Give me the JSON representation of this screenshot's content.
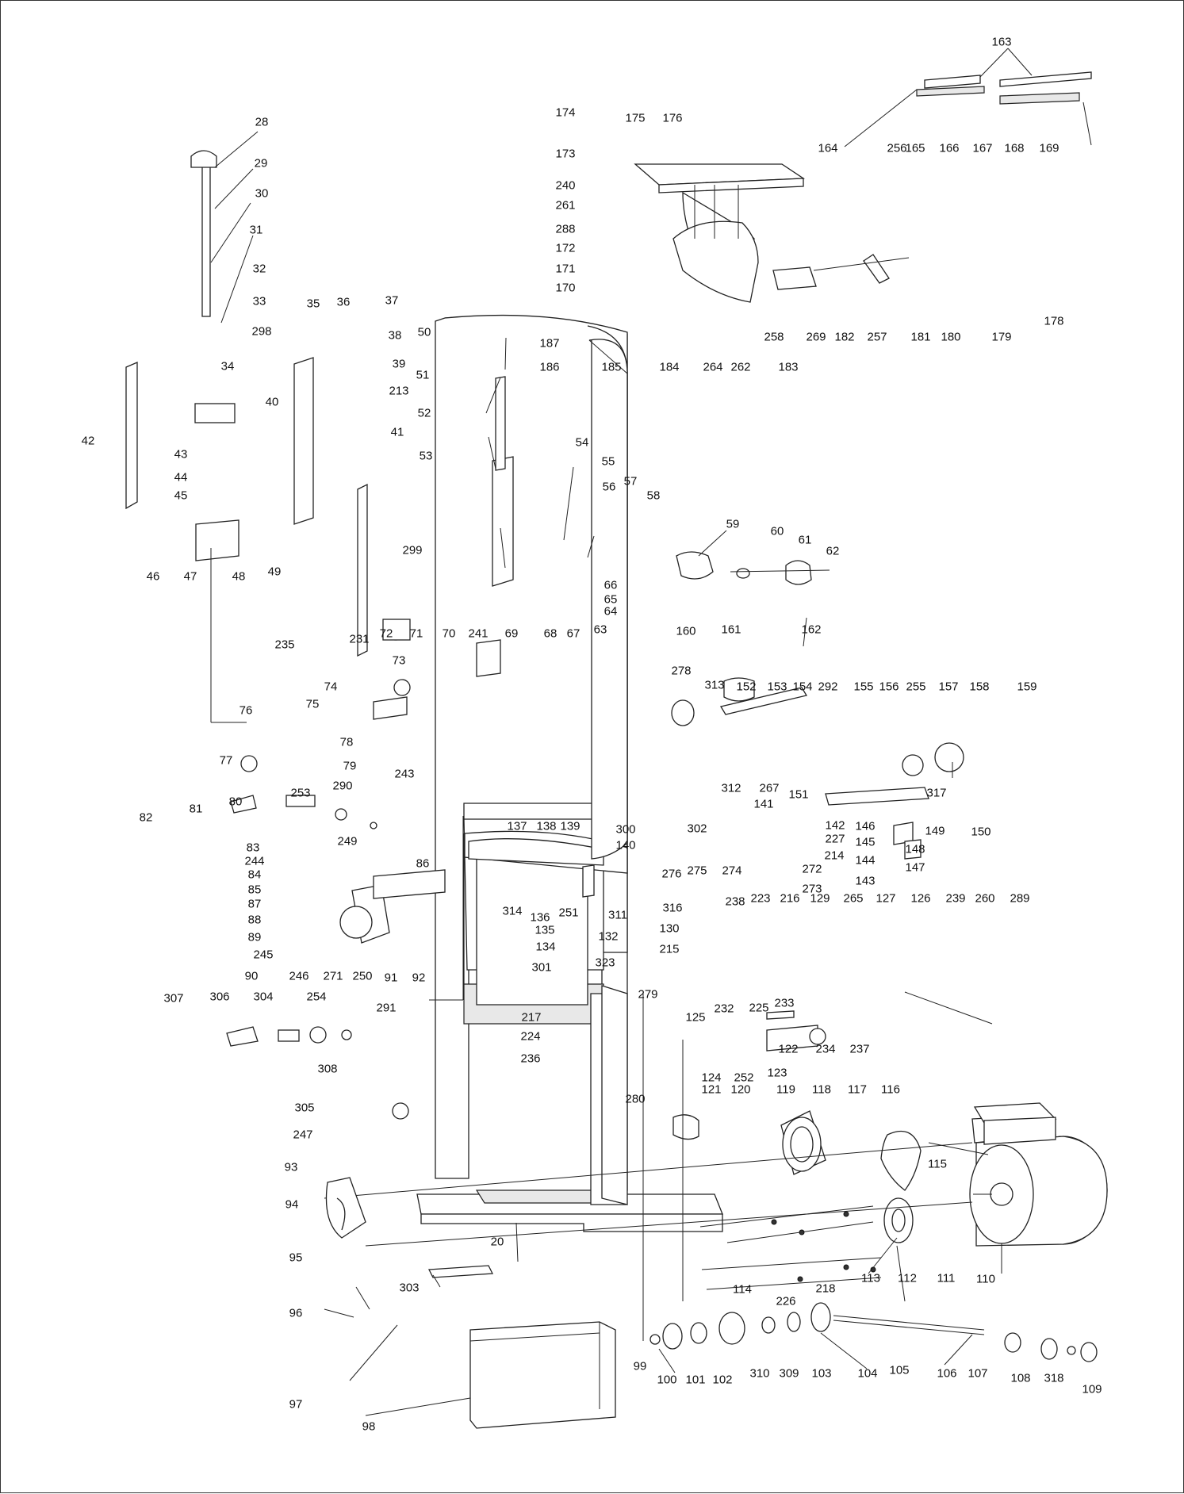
{
  "labels": [
    "163",
    "174",
    "175",
    "176",
    "173",
    "240",
    "261",
    "288",
    "172",
    "171",
    "170",
    "164",
    "256",
    "165",
    "166",
    "167",
    "168",
    "169",
    "187",
    "186",
    "185",
    "184",
    "264",
    "262",
    "183",
    "258",
    "269",
    "182",
    "257",
    "181",
    "180",
    "179",
    "178",
    "28",
    "29",
    "30",
    "31",
    "32",
    "33",
    "298",
    "35",
    "36",
    "37",
    "38",
    "39",
    "213",
    "40",
    "41",
    "34",
    "42",
    "43",
    "44",
    "45",
    "46",
    "47",
    "48",
    "49",
    "50",
    "51",
    "52",
    "53",
    "54",
    "55",
    "56",
    "57",
    "58",
    "59",
    "60",
    "61",
    "62",
    "299",
    "66",
    "65",
    "64",
    "72",
    "71",
    "70",
    "241",
    "69",
    "68",
    "67",
    "63",
    "73",
    "235",
    "231",
    "74",
    "75",
    "76",
    "77",
    "78",
    "79",
    "243",
    "160",
    "161",
    "162",
    "278",
    "313",
    "152",
    "153",
    "154",
    "292",
    "155",
    "156",
    "255",
    "157",
    "158",
    "159",
    "312",
    "267",
    "151",
    "317",
    "142",
    "227",
    "214",
    "149",
    "150",
    "146",
    "145",
    "148",
    "147",
    "144",
    "143",
    "290",
    "253",
    "80",
    "81",
    "82",
    "83",
    "249",
    "244",
    "84",
    "85",
    "86",
    "87",
    "88",
    "89",
    "245",
    "90",
    "246",
    "271",
    "250",
    "91",
    "92",
    "291",
    "137",
    "138",
    "139",
    "300",
    "140",
    "141",
    "302",
    "275",
    "274",
    "272",
    "273",
    "276",
    "238",
    "314",
    "136",
    "251",
    "135",
    "311",
    "132",
    "134",
    "323",
    "279",
    "301",
    "217",
    "224",
    "236",
    "316",
    "130",
    "215",
    "232",
    "225",
    "223",
    "216",
    "129",
    "265",
    "233",
    "127",
    "126",
    "239",
    "260",
    "289",
    "125",
    "122",
    "234",
    "237",
    "124",
    "252",
    "123",
    "121",
    "120",
    "119",
    "118",
    "117",
    "116",
    "280",
    "307",
    "306",
    "304",
    "254",
    "308",
    "305",
    "247",
    "93",
    "94",
    "20",
    "303",
    "95",
    "96",
    "97",
    "98",
    "115",
    "110",
    "111",
    "112",
    "113",
    "218",
    "226",
    "114",
    "99",
    "100",
    "101",
    "102",
    "310",
    "309",
    "103",
    "104",
    "105",
    "106",
    "107",
    "108",
    "318",
    "109"
  ],
  "colors": {
    "line": "#222222",
    "text": "#111111",
    "fill": "#ffffff",
    "shade": "#e8e8e8"
  }
}
